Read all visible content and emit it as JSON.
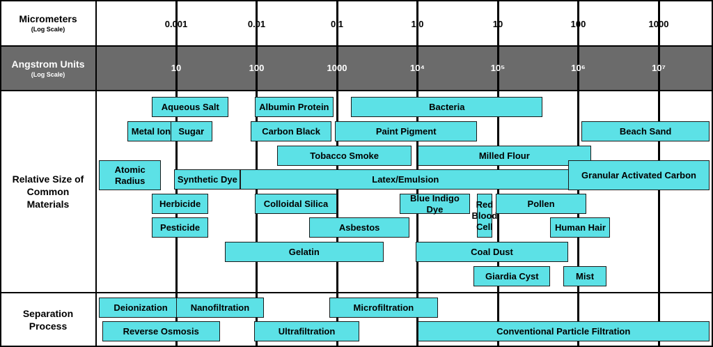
{
  "header": {
    "micrometers_label": "Micrometers",
    "micrometers_sub": "(Log Scale)",
    "angstrom_label": "Angstrom Units",
    "angstrom_sub": "(Log Scale)"
  },
  "micrometer_ticks": [
    "0.001",
    "0.01",
    "0.1",
    "1.0",
    "10",
    "100",
    "1000"
  ],
  "angstrom_ticks": [
    "10",
    "100",
    "1000",
    "10⁴",
    "10⁵",
    "10⁶",
    "10⁷"
  ],
  "sections": {
    "materials_label": "Relative Size of Common Materials",
    "separation_label": "Separation Process"
  },
  "materials": [
    {
      "label": "Aqueous Salt",
      "min_um": 0.0005,
      "max_um": 0.0045
    },
    {
      "label": "Metal Ion",
      "min_um": 0.00025,
      "max_um": 0.00095
    },
    {
      "label": "Sugar",
      "min_um": 0.00085,
      "max_um": 0.0028
    },
    {
      "label": "Albumin Protein",
      "min_um": 0.0095,
      "max_um": 0.09
    },
    {
      "label": "Carbon Black",
      "min_um": 0.0085,
      "max_um": 0.085
    },
    {
      "label": "Bacteria",
      "min_um": 0.15,
      "max_um": 36
    },
    {
      "label": "Paint Pigment",
      "min_um": 0.095,
      "max_um": 5.5
    },
    {
      "label": "Beach Sand",
      "min_um": 110,
      "max_um": 8500
    },
    {
      "label": "Tobacco Smoke",
      "min_um": 0.018,
      "max_um": 0.85
    },
    {
      "label": "Milled Flour",
      "min_um": 1.0,
      "max_um": 145
    },
    {
      "label": "Atomic Radius",
      "min_um": 0.0001,
      "max_um": 0.00065
    },
    {
      "label": "Synthetic Dye",
      "min_um": 0.00095,
      "max_um": 0.0063
    },
    {
      "label": "Latex/Emulsion",
      "min_um": 0.0063,
      "max_um": 80
    },
    {
      "label": "Granular Activated Carbon",
      "min_um": 75,
      "max_um": 8000
    },
    {
      "label": "Herbicide",
      "min_um": 0.0005,
      "max_um": 0.0025
    },
    {
      "label": "Colloidal Silica",
      "min_um": 0.0095,
      "max_um": 0.1
    },
    {
      "label": "Blue Indigo Dye",
      "min_um": 0.6,
      "max_um": 4.5
    },
    {
      "label": "Red Blood Cell",
      "min_um": 5.5,
      "max_um": 8.5
    },
    {
      "label": "Pollen",
      "min_um": 9.5,
      "max_um": 125
    },
    {
      "label": "Pesticide",
      "min_um": 0.0005,
      "max_um": 0.0025
    },
    {
      "label": "Asbestos",
      "min_um": 0.045,
      "max_um": 0.8
    },
    {
      "label": "Human Hair",
      "min_um": 45,
      "max_um": 250
    },
    {
      "label": "Gelatin",
      "min_um": 0.004,
      "max_um": 0.38
    },
    {
      "label": "Coal Dust",
      "min_um": 0.95,
      "max_um": 75
    },
    {
      "label": "Giardia Cyst",
      "min_um": 5,
      "max_um": 45
    },
    {
      "label": "Mist",
      "min_um": 65,
      "max_um": 225
    }
  ],
  "separation": [
    {
      "label": "Deionization",
      "min_um": 0.0001,
      "max_um": 0.0012
    },
    {
      "label": "Nanofiltration",
      "min_um": 0.001,
      "max_um": 0.0123
    },
    {
      "label": "Microfiltration",
      "min_um": 0.08,
      "max_um": 1.8
    },
    {
      "label": "Reverse Osmosis",
      "min_um": 0.00012,
      "max_um": 0.0035
    },
    {
      "label": "Ultrafiltration",
      "min_um": 0.0093,
      "max_um": 0.19
    },
    {
      "label": "Conventional Particle Filtration",
      "min_um": 1.0,
      "max_um": 9000
    }
  ],
  "colors": {
    "bar_fill": "#5ce1e6",
    "header_band": "#6b6b6b",
    "grid": "#000000"
  }
}
